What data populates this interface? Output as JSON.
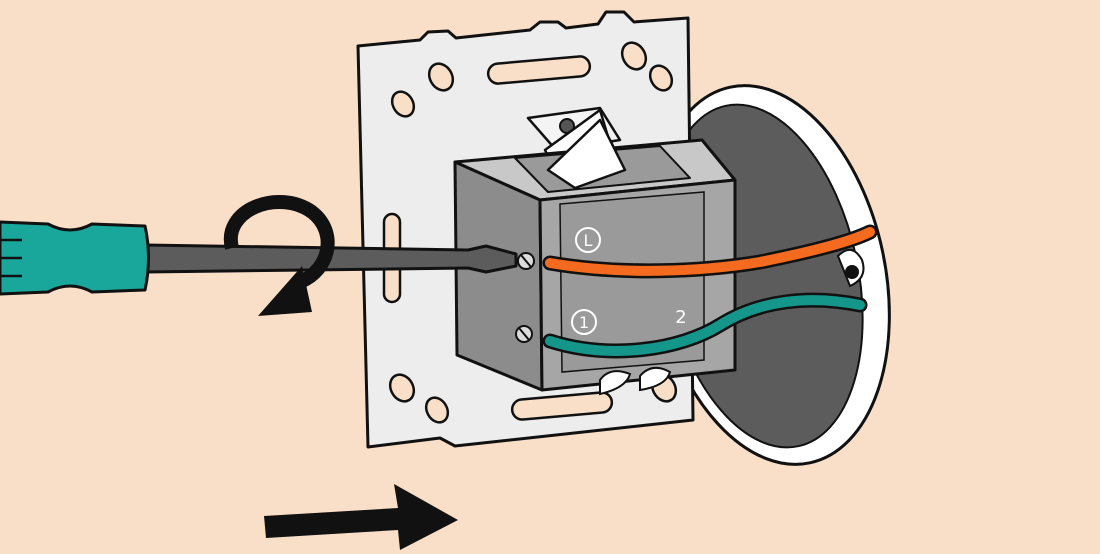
{
  "scene": {
    "background_color": "#fadfc8",
    "wire_live_color": "#f46a1f",
    "wire_switched_color": "#14968a",
    "screwdriver_handle_color": "#1aa79b",
    "mechanism_color": "#a6a6a6",
    "box_interior_color": "#5c5c5c"
  },
  "labels": {
    "terminal_L": "L",
    "terminal_1": "1",
    "terminal_2": "2"
  },
  "icons": {
    "rotation": "rotate-clockwise-arrow-icon",
    "direction": "push-right-arrow-icon"
  }
}
